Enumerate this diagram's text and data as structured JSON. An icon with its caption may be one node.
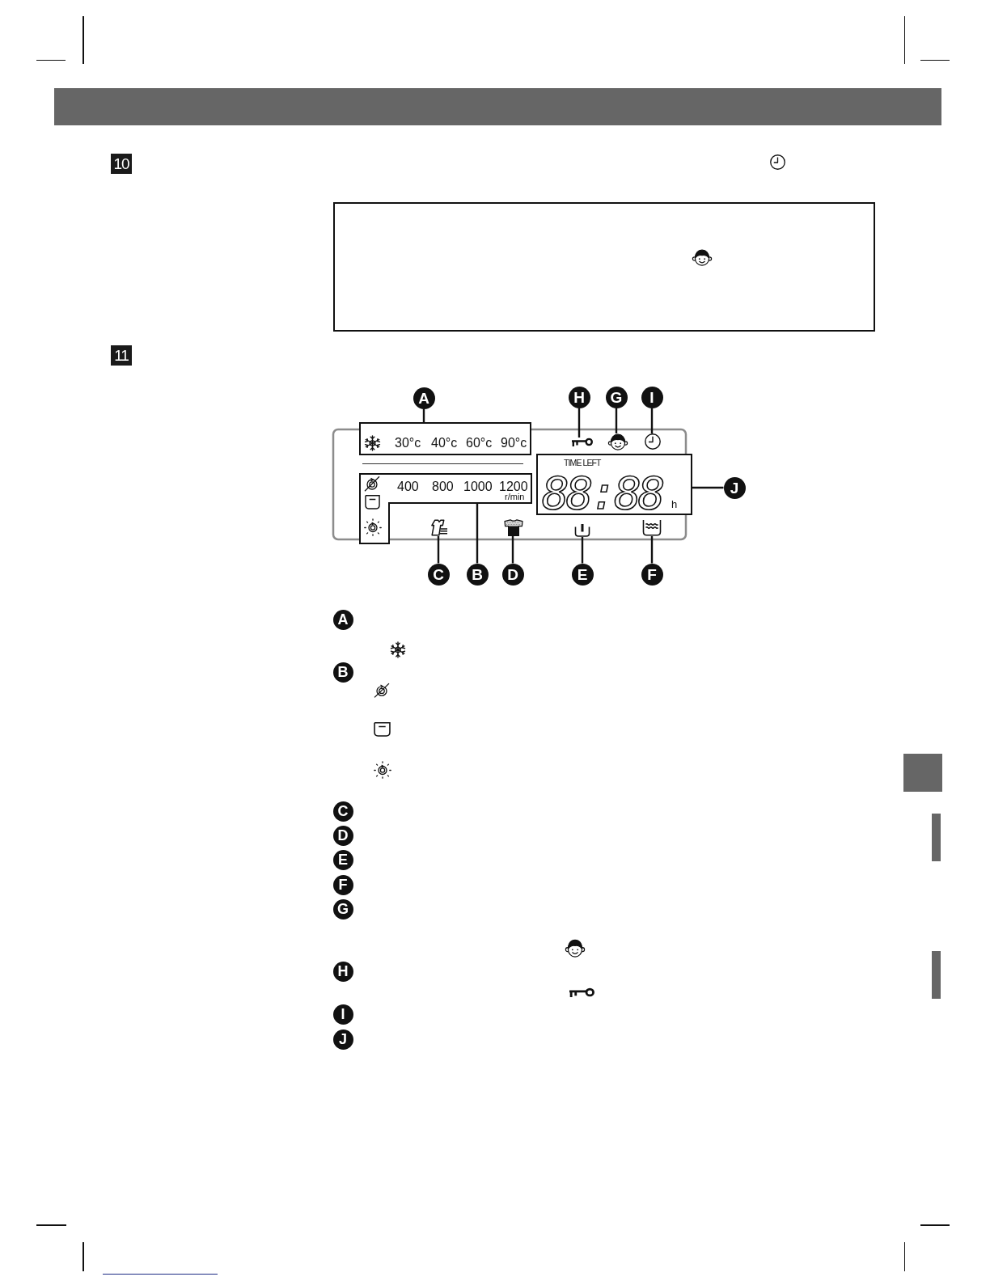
{
  "diagram": {
    "nodes": [
      {
        "text": [
          "A"
        ]
      },
      {
        "text": [
          "H"
        ]
      },
      {
        "text": [
          "G"
        ]
      },
      {
        "text": [
          "I"
        ]
      },
      {
        "text": [
          "30°c",
          "40°c",
          "60°c",
          "90°c"
        ]
      },
      {
        "text": [],
        "shape": "picture"
      },
      {
        "text": [],
        "shape": "picture"
      },
      {
        "text": [],
        "shape": "picture"
      },
      {
        "text": [
          "400",
          "800",
          "1000",
          "1200",
          "r/min"
        ]
      },
      {
        "text": [
          "TIME LEFT",
          "88:88",
          "h"
        ]
      },
      {
        "text": [
          "J"
        ]
      },
      {
        "text": [],
        "shape": "picture"
      },
      {
        "text": [],
        "shape": "picture"
      },
      {
        "text": [],
        "shape": "picture"
      },
      {
        "text": [],
        "shape": "picture"
      },
      {
        "text": [
          "C"
        ]
      },
      {
        "text": [
          "B"
        ]
      },
      {
        "text": [
          "D"
        ]
      },
      {
        "text": [
          "E"
        ]
      },
      {
        "text": [
          "F"
        ]
      },
      {
        "text": [
          "A"
        ]
      },
      {
        "text": [
          "B"
        ]
      },
      {
        "text": [
          "C"
        ]
      },
      {
        "text": [
          "D"
        ]
      },
      {
        "text": [
          "E"
        ]
      },
      {
        "text": [
          "F"
        ]
      },
      {
        "text": [
          "G"
        ]
      },
      {
        "text": [
          "H"
        ]
      },
      {
        "text": [
          "I"
        ]
      },
      {
        "text": [
          "J"
        ]
      }
    ],
    "edges": [
      {
        "from": 0,
        "to": 4,
        "arrow": "none"
      },
      {
        "from": 1,
        "to": 5,
        "arrow": "none"
      },
      {
        "from": 2,
        "to": 6,
        "arrow": "none"
      },
      {
        "from": 3,
        "to": 7,
        "arrow": "none"
      },
      {
        "from": 10,
        "to": 9,
        "arrow": "none"
      },
      {
        "from": 15,
        "to": 11,
        "arrow": "none"
      },
      {
        "from": 16,
        "to": 8,
        "arrow": "none"
      },
      {
        "from": 17,
        "to": 12,
        "arrow": "none"
      },
      {
        "from": 18,
        "to": 13,
        "arrow": "none"
      },
      {
        "from": 19,
        "to": 14,
        "arrow": "none"
      }
    ],
    "labels": [
      "10",
      "11"
    ]
  }
}
